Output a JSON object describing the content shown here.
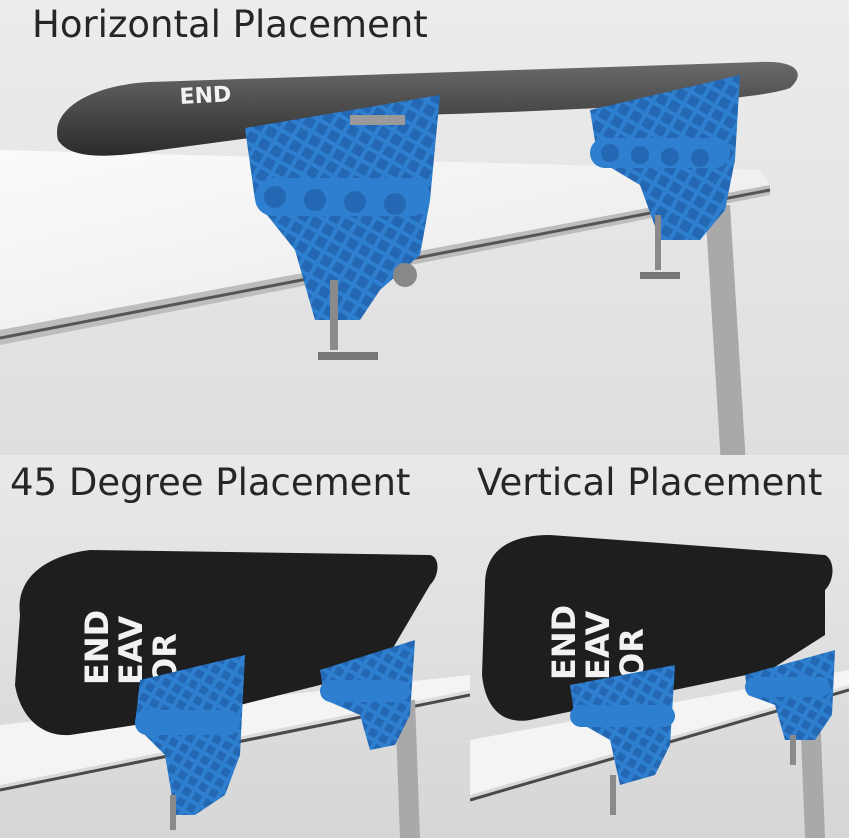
{
  "panels": {
    "horizontal": {
      "heading": "Horizontal Placement",
      "board_print": "END"
    },
    "degree45": {
      "heading": "45 Degree Placement",
      "board_print_1": "END",
      "board_print_2": "EAV",
      "board_print_3": "OR"
    },
    "vertical": {
      "heading": "Vertical Placement",
      "board_print_1": "END",
      "board_print_2": "EAV",
      "board_print_3": "OR"
    }
  },
  "colors": {
    "clamp_blue": "#2f7fd0",
    "board_black": "#1e1e1e",
    "table_white": "#f4f4f4",
    "leg_gray": "#a9a9a9"
  },
  "icons": [
    "snowboard-image",
    "vise-clamp-image",
    "table-image"
  ]
}
